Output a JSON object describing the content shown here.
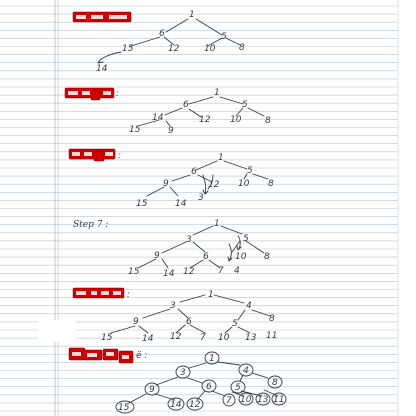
{
  "page": {
    "paper_color": "#ffffff",
    "rule_color": "#b9c3d3",
    "margin_color": "#b9b9c4",
    "ink_color": "#3b3b46",
    "redaction_color": "#d00000"
  },
  "steps": [
    {
      "label": "",
      "redacted": true,
      "nodes": [
        {
          "id": "a1",
          "text": "1"
        },
        {
          "id": "a6",
          "text": "6"
        },
        {
          "id": "a5",
          "text": "5"
        },
        {
          "id": "a15",
          "text": "15"
        },
        {
          "id": "a12",
          "text": "12"
        },
        {
          "id": "a10",
          "text": "10"
        },
        {
          "id": "a8",
          "text": "8"
        },
        {
          "id": "a14",
          "text": "14"
        }
      ]
    },
    {
      "label": "",
      "redacted": true,
      "nodes": [
        {
          "id": "b1",
          "text": "1"
        },
        {
          "id": "b6",
          "text": "6"
        },
        {
          "id": "b5",
          "text": "5"
        },
        {
          "id": "b14",
          "text": "14"
        },
        {
          "id": "b12",
          "text": "12"
        },
        {
          "id": "b10",
          "text": "10"
        },
        {
          "id": "b8",
          "text": "8"
        },
        {
          "id": "b15",
          "text": "15"
        },
        {
          "id": "b9",
          "text": "9"
        }
      ]
    },
    {
      "label": "",
      "redacted": true,
      "nodes": [
        {
          "id": "c1",
          "text": "1"
        },
        {
          "id": "c6",
          "text": "6"
        },
        {
          "id": "c5",
          "text": "5"
        },
        {
          "id": "c9",
          "text": "9"
        },
        {
          "id": "c12",
          "text": "12"
        },
        {
          "id": "c10",
          "text": "10"
        },
        {
          "id": "c8",
          "text": "8"
        },
        {
          "id": "c15",
          "text": "15"
        },
        {
          "id": "c14",
          "text": "14"
        },
        {
          "id": "c3",
          "text": "3"
        }
      ]
    },
    {
      "label": "Step 7 :",
      "redacted": false,
      "nodes": [
        {
          "id": "d1",
          "text": "1"
        },
        {
          "id": "d3",
          "text": "3"
        },
        {
          "id": "d5",
          "text": "5"
        },
        {
          "id": "d9",
          "text": "9"
        },
        {
          "id": "d6",
          "text": "6"
        },
        {
          "id": "d10",
          "text": "10"
        },
        {
          "id": "d8",
          "text": "8"
        },
        {
          "id": "d15",
          "text": "15"
        },
        {
          "id": "d14",
          "text": "14"
        },
        {
          "id": "d12",
          "text": "12"
        },
        {
          "id": "d7",
          "text": "7"
        },
        {
          "id": "d4",
          "text": "4"
        }
      ]
    },
    {
      "label": "",
      "redacted": true,
      "nodes": [
        {
          "id": "e1",
          "text": "1"
        },
        {
          "id": "e3",
          "text": "3"
        },
        {
          "id": "e4",
          "text": "4"
        },
        {
          "id": "e9",
          "text": "9"
        },
        {
          "id": "e6",
          "text": "6"
        },
        {
          "id": "e5",
          "text": "5"
        },
        {
          "id": "e8",
          "text": "8"
        },
        {
          "id": "e15",
          "text": "15"
        },
        {
          "id": "e14",
          "text": "14"
        },
        {
          "id": "e12",
          "text": "12"
        },
        {
          "id": "e7",
          "text": "7"
        },
        {
          "id": "e10",
          "text": "10"
        },
        {
          "id": "e13",
          "text": "13"
        },
        {
          "id": "e11",
          "text": "11"
        }
      ]
    },
    {
      "label": "",
      "redacted": true,
      "nodes": [
        {
          "id": "f1",
          "text": "1"
        },
        {
          "id": "f3",
          "text": "3"
        },
        {
          "id": "f4",
          "text": "4"
        },
        {
          "id": "f9",
          "text": "9"
        },
        {
          "id": "f6",
          "text": "6"
        },
        {
          "id": "f5",
          "text": "5"
        },
        {
          "id": "f8",
          "text": "8"
        },
        {
          "id": "f15",
          "text": "15"
        },
        {
          "id": "f14",
          "text": "14"
        },
        {
          "id": "f12",
          "text": "12"
        },
        {
          "id": "f7",
          "text": "7"
        },
        {
          "id": "f10",
          "text": "10"
        },
        {
          "id": "f13",
          "text": "13"
        },
        {
          "id": "f11",
          "text": "11"
        }
      ]
    }
  ]
}
